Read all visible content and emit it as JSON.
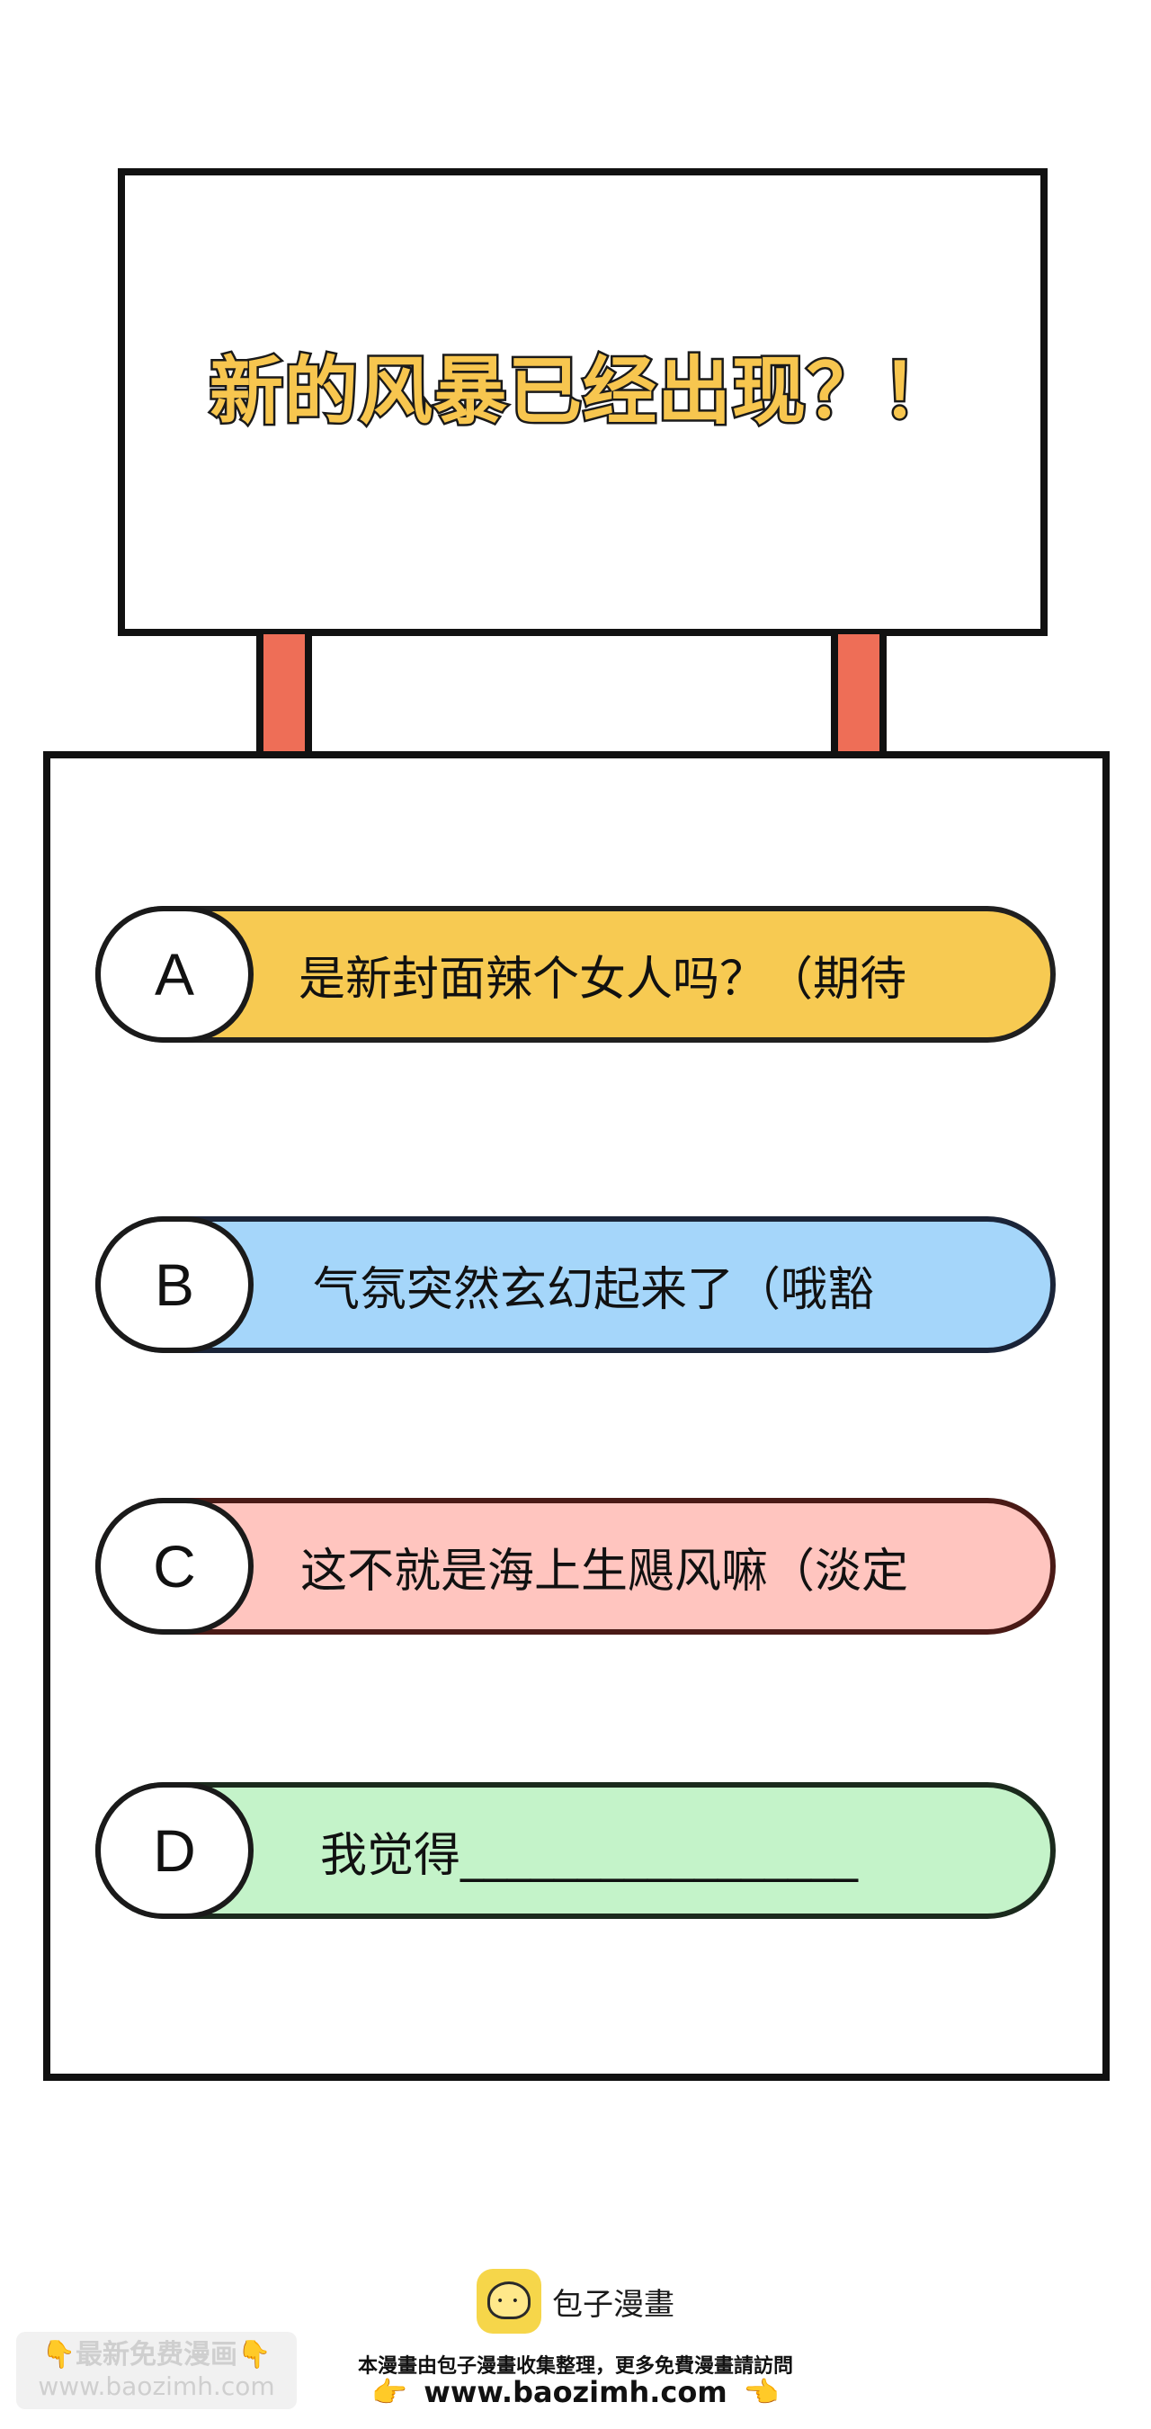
{
  "sign": {
    "title": "新的风暴已经出现？！"
  },
  "options": [
    {
      "letter": "A",
      "text": "是新封面辣个女人吗？（期待",
      "color": "#f7ca52"
    },
    {
      "letter": "B",
      "text": "气氛突然玄幻起来了（哦豁",
      "color": "#a5d6fa"
    },
    {
      "letter": "C",
      "text": "这不就是海上生飓风嘛（淡定",
      "color": "#ffc5bf"
    },
    {
      "letter": "D",
      "text": "我觉得_________________",
      "color": "#c4f3c9"
    }
  ],
  "footer": {
    "logo_icon": "bun-icon",
    "logo_text": "包子漫畫",
    "note": "本漫畫由包子漫畫收集整理，更多免費漫畫請訪問",
    "url": "www.baozimh.com",
    "hand_left": "👉",
    "hand_right": "👈"
  },
  "watermark": {
    "top": "👇最新免费漫画👇",
    "bottom": "www.baozimh.com"
  }
}
